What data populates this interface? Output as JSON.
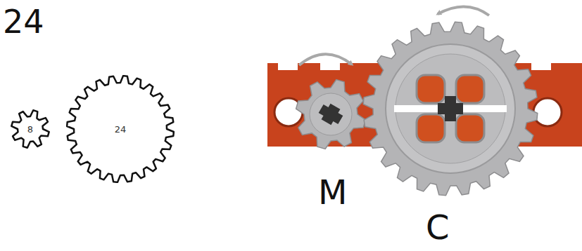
{
  "diagram": {
    "nodes": [
      {
        "text": [
          "8"
        ]
      },
      {
        "text": [
          "24"
        ]
      }
    ],
    "labels": [
      "24",
      "M",
      "C"
    ]
  }
}
